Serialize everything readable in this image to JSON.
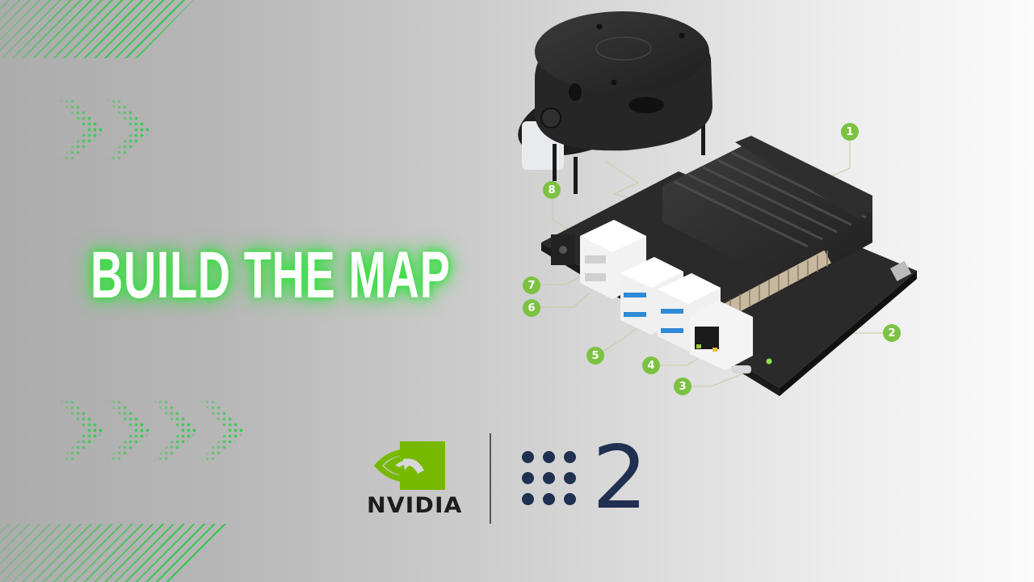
{
  "title": "BUILD THE MAP",
  "colors": {
    "title_glow": "#32e03c",
    "accent_green": "#3cc454",
    "nvidia_green": "#76b900",
    "callout_green": "#7cc242",
    "ros_navy": "#1f3050"
  },
  "logos": {
    "nvidia": {
      "wordmark": "NVIDIA",
      "icon": "nvidia-eye-icon"
    },
    "ros2": {
      "number": "2",
      "icon": "nine-dot-grid-icon"
    }
  },
  "illustration": {
    "description": "LiDAR sensor above Jetson Nano developer board with numbered callouts",
    "callouts": [
      "1",
      "2",
      "3",
      "4",
      "5",
      "6",
      "7",
      "8"
    ]
  },
  "decorations": {
    "chevron_rows": [
      {
        "count": 2
      },
      {
        "count": 4
      }
    ]
  }
}
